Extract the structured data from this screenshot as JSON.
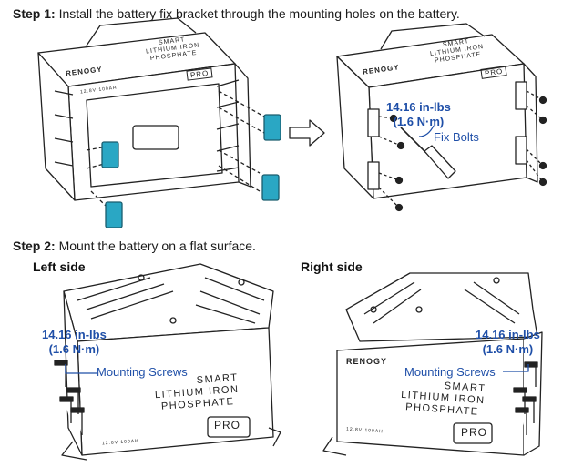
{
  "step1": {
    "prefix": "Step 1:",
    "text": " Install the battery fix bracket through the mounting holes on the battery."
  },
  "step2": {
    "prefix": "Step 2:",
    "text": " Mount the battery on a flat surface."
  },
  "left_side_label": "Left side",
  "right_side_label": "Right side",
  "brand": "RENOGY",
  "battery_name_line1": "SMART",
  "battery_name_line2": "LITHIUM IRON",
  "battery_name_line3": "PHOSPHATE",
  "badge": "PRO",
  "spec": "12.8V 100AH",
  "torque_line1": "14.16 in-lbs",
  "torque_line2": "(1.6 N·m)",
  "fix_bolts_label": "Fix Bolts",
  "mounting_screws_label": "Mounting Screws",
  "colors": {
    "bracket": "#2aa7c4",
    "annotation": "#1f4fa8",
    "line": "#222222"
  }
}
